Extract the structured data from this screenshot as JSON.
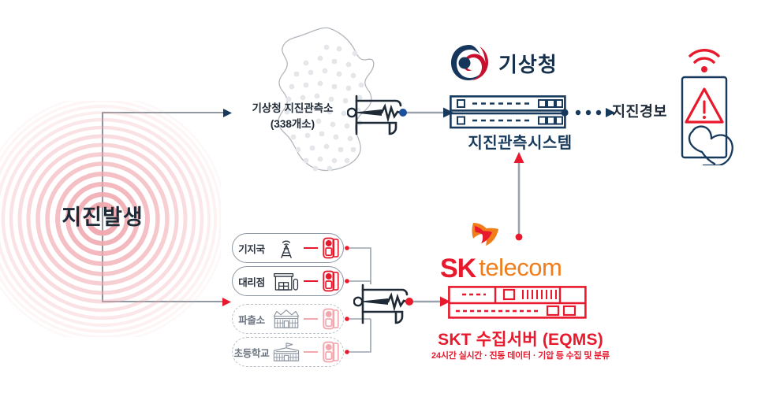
{
  "diagram": {
    "title_hidden": "",
    "colors": {
      "navy": "#17395c",
      "dark": "#1f2a37",
      "red": "#e8192c",
      "orange": "#f07d1a",
      "pink_ring": "#f4b8bd",
      "gray_line": "#9aa3ad",
      "map_gray": "#b8bdc4"
    }
  },
  "epicenter": {
    "label": "지진발생",
    "icon": "seismic-waves-icon",
    "ring_count": 14
  },
  "kma_branch": {
    "station_label_line1": "기상청 지진관측소",
    "station_label_line2": "(338개소)",
    "station_count": "338개소",
    "map": {
      "name": "south-korea-map",
      "dot_count": 52
    },
    "seismograph_icon": "seismograph-icon",
    "arrow": "arrow-right-icon"
  },
  "kma": {
    "logo_icon": "korea-government-taegeuk-logo",
    "logo_text": "기상청",
    "server_icon": "server-rack-icon",
    "system_label": "지진관측시스템"
  },
  "alert": {
    "label": "지진경보",
    "phone_icon": "smartphone-icon",
    "warning_icon": "warning-triangle-icon",
    "signal_icon": "wifi-signal-icon",
    "hand_icon": "hand-icon",
    "arrow": "arrow-right-icon"
  },
  "skt": {
    "logo_icon": "sk-telecom-butterfly-logo",
    "logo_sk": "SK",
    "logo_telecom": "telecom",
    "server_icon": "server-rack-icon",
    "server_label": "SKT 수집서버 (EQMS)",
    "server_sub": "24시간 실시간 · 진동 데이터 · 기압 등 수집 및 분류",
    "seismograph_icon": "seismograph-icon",
    "uplink_arrow": "arrow-up-icon"
  },
  "sources": {
    "items": [
      {
        "label": "기지국",
        "icon": "cell-tower-icon",
        "style": "solid",
        "dim": false
      },
      {
        "label": "대리점",
        "icon": "retail-store-icon",
        "style": "solid",
        "dim": false
      },
      {
        "label": "파출소",
        "icon": "police-station-icon",
        "style": "dashed",
        "dim": true
      },
      {
        "label": "초등학교",
        "icon": "elementary-school-icon",
        "style": "dashed",
        "dim": true
      }
    ],
    "sensor_icon": "vibration-sensor-icon"
  }
}
